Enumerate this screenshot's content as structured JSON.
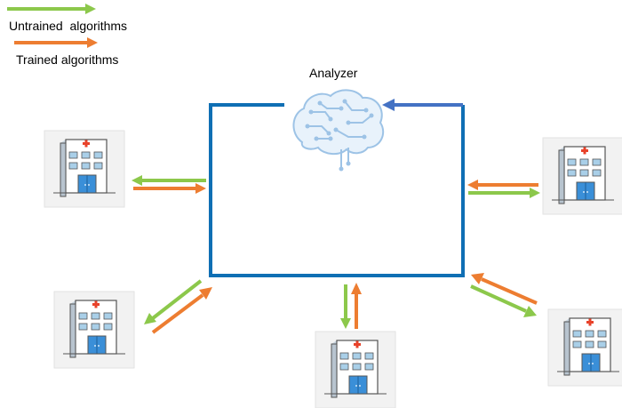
{
  "legend": {
    "untrained": {
      "label": "Untrained  algorithms",
      "color": "#8cc84b"
    },
    "trained": {
      "label": "Trained algorithms",
      "color": "#ed7d31"
    }
  },
  "analyzer": {
    "label": "Analyzer",
    "icon": "brain-circuit-icon",
    "color": "#9dc3e6",
    "return_arrow_color": "#4472c4"
  },
  "box": {
    "color": "#0f6fb4"
  },
  "hospitals": [
    {
      "id": "left-top",
      "icon": "hospital-icon"
    },
    {
      "id": "left-bottom",
      "icon": "hospital-icon"
    },
    {
      "id": "bottom",
      "icon": "hospital-icon"
    },
    {
      "id": "right-top",
      "icon": "hospital-icon"
    },
    {
      "id": "right-bottom",
      "icon": "hospital-icon"
    }
  ]
}
